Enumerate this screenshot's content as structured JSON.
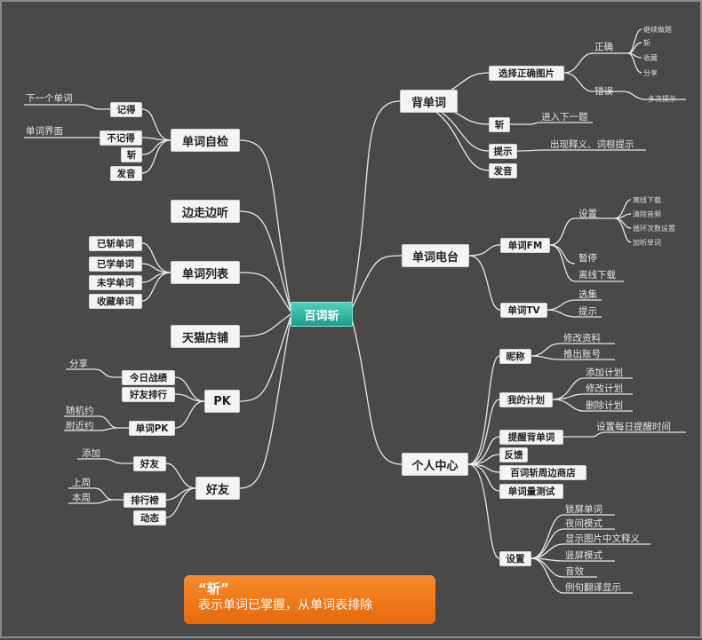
{
  "center": "百词斩",
  "branches": {
    "bdc": "背单词",
    "dcdt": "单词电台",
    "grzx": "个人中心",
    "dczj": "单词自检",
    "bzbt": "边走边听",
    "dclb": "单词列表",
    "tmdp": "天猫店铺",
    "pk": "PK",
    "hy": "好友"
  },
  "bdc": {
    "xzzqtp": "选择正确图片",
    "zhengque": "正确",
    "zq_items": [
      "继续做题",
      "斩",
      "收藏",
      "分享"
    ],
    "cuowu": "错误",
    "dcts": "多次提示",
    "zhan": "斩",
    "jrxyt": "进入下一题",
    "tishi": "提示",
    "cxsy": "出现释义、词根提示",
    "fayin": "发音"
  },
  "dcdt": {
    "fm": "单词FM",
    "shezhi": "设置",
    "sz_items": [
      "离线下载",
      "清除音频",
      "循环次数设置",
      "加听单词"
    ],
    "zanting": "暂停",
    "lxxz": "离线下载",
    "tv": "单词TV",
    "xuanji": "选集",
    "tishi": "提示"
  },
  "grzx": {
    "nicheng": "昵称",
    "xgzl": "修改资料",
    "tczh": "推出账号",
    "wdjh": "我的计划",
    "jh_items": [
      "添加计划",
      "修改计划",
      "删除计划"
    ],
    "txbdc": "提醒背单词",
    "szmrtx": "设置每日提醒时间",
    "fankui": "反馈",
    "zbsd": "百词斩周边商店",
    "dclcs": "单词量测试",
    "shezhi": "设置",
    "sz_items": [
      "锁屏单词",
      "夜间模式",
      "显示图片中文释义",
      "竖屏模式",
      "音效",
      "例句翻译显示"
    ]
  },
  "dczj": {
    "jide": "记得",
    "xygdc": "下一个单词",
    "bjide": "不记得",
    "dcjm": "单词界面",
    "zhan": "斩",
    "fayin": "发音"
  },
  "dclb": {
    "items": [
      "已斩单词",
      "已学单词",
      "未学单词",
      "收藏单词"
    ]
  },
  "pk": {
    "jrzj": "今日战绩",
    "fenxiang": "分享",
    "hyph": "好友排行",
    "dcpk": "单词PK",
    "suijiyue": "随机约",
    "fujinyue": "附近约"
  },
  "hy": {
    "haoyou": "好友",
    "tianjia": "添加",
    "phb": "排行榜",
    "shangzhou": "上周",
    "benzhou": "本周",
    "dongtai": "动态"
  },
  "banner": {
    "title": "“斩”",
    "subtitle": "表示单词已掌握，从单词表排除"
  }
}
